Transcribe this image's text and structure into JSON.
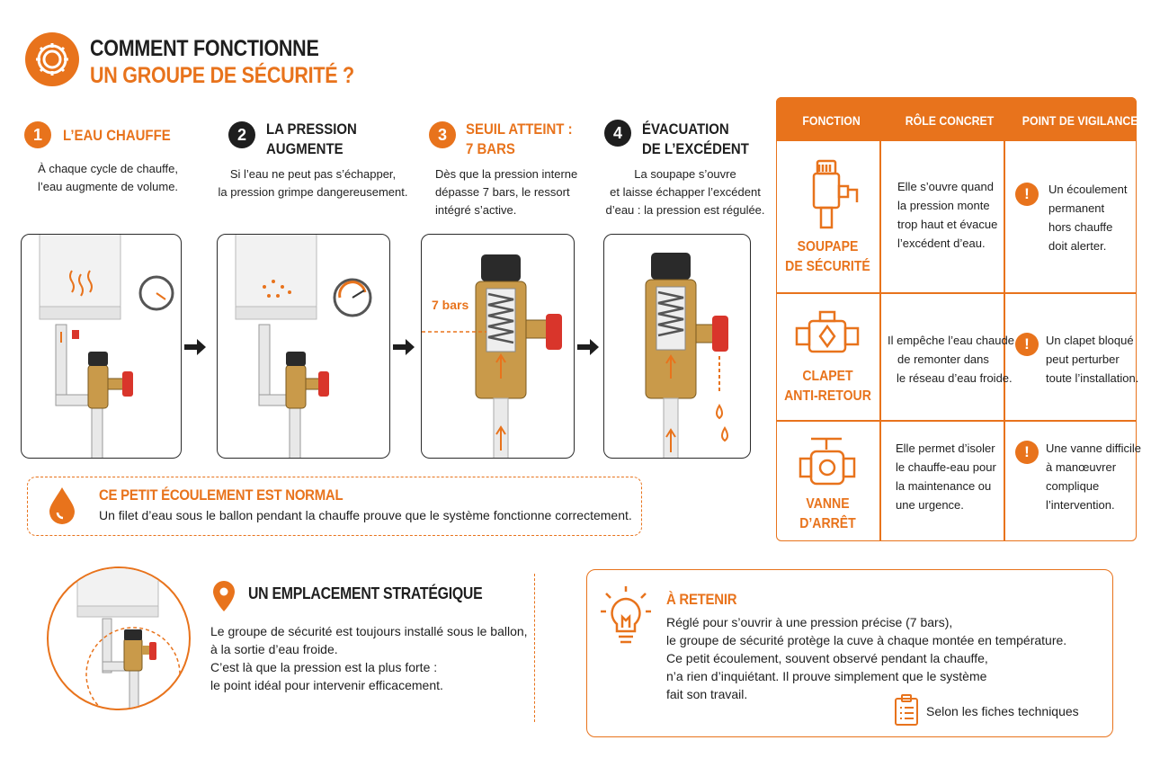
{
  "header": {
    "title_line1": "COMMENT FONCTIONNE",
    "title_line2": "UN GROUPE DE SÉCURITÉ ?",
    "icon": "gear-icon"
  },
  "steps": [
    {
      "number": "1",
      "title_line1": "L’EAU CHAUFFE",
      "title_line2": "",
      "desc_line1": "À chaque cycle de chauffe,",
      "desc_line2": "l’eau augmente de volume.",
      "desc_line3": ""
    },
    {
      "number": "2",
      "title_line1": "LA PRESSION",
      "title_line2": "AUGMENTE",
      "desc_line1": "Si l’eau ne peut pas s’échapper,",
      "desc_line2": "la pression grimpe dangereusement.",
      "desc_line3": ""
    },
    {
      "number": "3",
      "title_line1": "SEUIL ATTEINT :",
      "title_line2": "7 BARS",
      "desc_line1": "Dès que la pression interne",
      "desc_line2": "dépasse 7 bars, le ressort",
      "desc_line3": "intégré s’active."
    },
    {
      "number": "4",
      "title_line1": "ÉVACUATION",
      "title_line2": "DE L’EXCÉDENT",
      "desc_line1": "La soupape s’ouvre",
      "desc_line2": "et laisse échapper l’excédent",
      "desc_line3": "d’eau : la pression est régulée."
    }
  ],
  "pressure_label": "7 bars",
  "notice": {
    "title": "CE PETIT ÉCOULEMENT EST NORMAL",
    "text": "Un filet d’eau sous le ballon pendant la chauffe prouve que le système fonctionne correctement."
  },
  "table": {
    "headers": [
      "FONCTION",
      "RÔLE CONCRET",
      "POINT DE VIGILANCE"
    ],
    "rows": [
      {
        "name_line1": "SOUPAPE",
        "name_line2": "DE SÉCURITÉ",
        "icon": "safety-valve-icon",
        "role": [
          "Elle s’ouvre quand",
          "la pression monte",
          "trop haut et évacue",
          "l’excédent d’eau."
        ],
        "warning": [
          "Un écoulement",
          "permanent",
          "hors chauffe",
          "doit alerter."
        ]
      },
      {
        "name_line1": "CLAPET",
        "name_line2": "ANTI-RETOUR",
        "icon": "check-valve-icon",
        "role": [
          "Il empêche l’eau chaude",
          "de remonter dans",
          "le réseau d’eau froide."
        ],
        "warning": [
          "Un clapet bloqué",
          "peut perturber",
          "toute l’installation."
        ]
      },
      {
        "name_line1": "VANNE",
        "name_line2": "D’ARRÊT",
        "icon": "shutoff-valve-icon",
        "role": [
          "Elle permet d’isoler",
          "le chauffe-eau pour",
          "la maintenance ou",
          "une urgence."
        ],
        "warning": [
          "Une vanne difficile",
          "à manœuvrer",
          "complique",
          "l’intervention."
        ]
      }
    ]
  },
  "location": {
    "title": "UN EMPLACEMENT STRATÉGIQUE",
    "lines": [
      "Le groupe de sécurité est toujours installé sous le ballon,",
      "à la sortie d’eau froide.",
      "C’est là que la pression est la plus forte :",
      "le point idéal pour intervenir efficacement."
    ]
  },
  "retain": {
    "title": "À RETENIR",
    "lines": [
      "Réglé pour s’ouvrir à une pression précise (7 bars),",
      "le groupe de sécurité protège la cuve à chaque montée en température.",
      "Ce petit écoulement, souvent observé pendant la chauffe,",
      "n’a rien d’inquiétant. Il prouve simplement que le système",
      "fait son travail."
    ],
    "source": "Selon les fiches techniques"
  },
  "colors": {
    "accent": "#e8731c",
    "dark": "#1e1e1e",
    "brass": "#c99a4a",
    "handle": "#d9352b"
  }
}
